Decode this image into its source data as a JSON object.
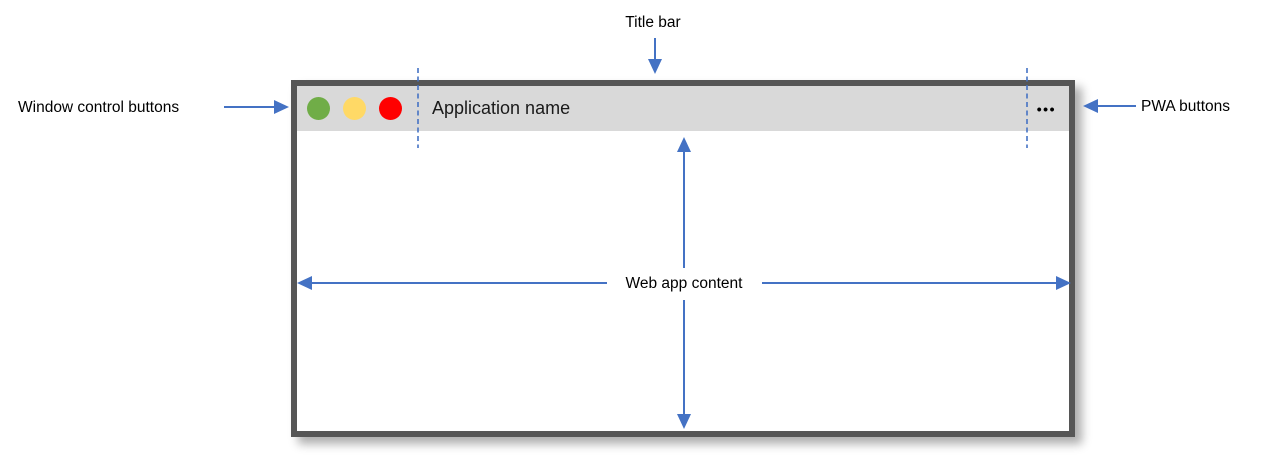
{
  "diagram": {
    "window": {
      "title": "Application name",
      "pwa_menu_icon": "•••",
      "window_control_buttons": [
        "green",
        "yellow",
        "red"
      ]
    },
    "annotations": {
      "title_bar": "Title bar",
      "window_control_buttons": "Window control buttons",
      "pwa_buttons": "PWA buttons",
      "web_app_content": "Web app content"
    },
    "colors": {
      "annotation_blue": "#4472C4",
      "window_border": "#565656",
      "title_bar_bg": "#D9D9D9",
      "control_green": "#70AD47",
      "control_yellow": "#FFD966",
      "control_red": "#FF0000",
      "pwa_menu_dots": "#000000"
    }
  }
}
